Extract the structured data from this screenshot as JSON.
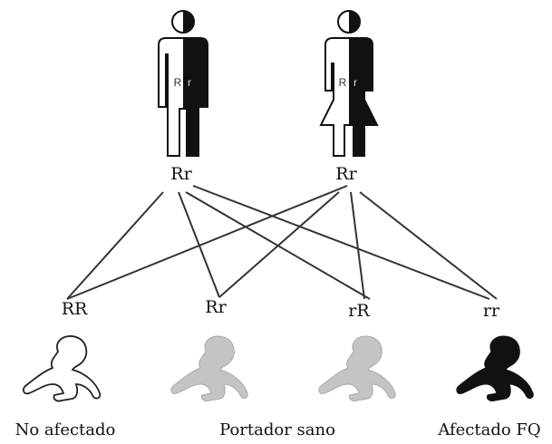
{
  "parents": [
    {
      "genotype": "Rr",
      "allele_left": "R",
      "allele_right": "r"
    },
    {
      "genotype": "Rr",
      "allele_left": "R",
      "allele_right": "r"
    }
  ],
  "offspring": [
    {
      "genotype": "RR"
    },
    {
      "genotype": "Rr"
    },
    {
      "genotype": "rR"
    },
    {
      "genotype": "rr"
    }
  ],
  "captions": {
    "unaffected": "No afectado",
    "carrier": "Portador sano",
    "affected": "Afectado FQ"
  },
  "colors": {
    "dominant": "#ffffff",
    "recessive": "#111111",
    "carrier_fill": "#c4c4c4",
    "line": "#333333"
  },
  "icons": [
    "male-parent-icon",
    "female-parent-icon",
    "baby-icon"
  ]
}
